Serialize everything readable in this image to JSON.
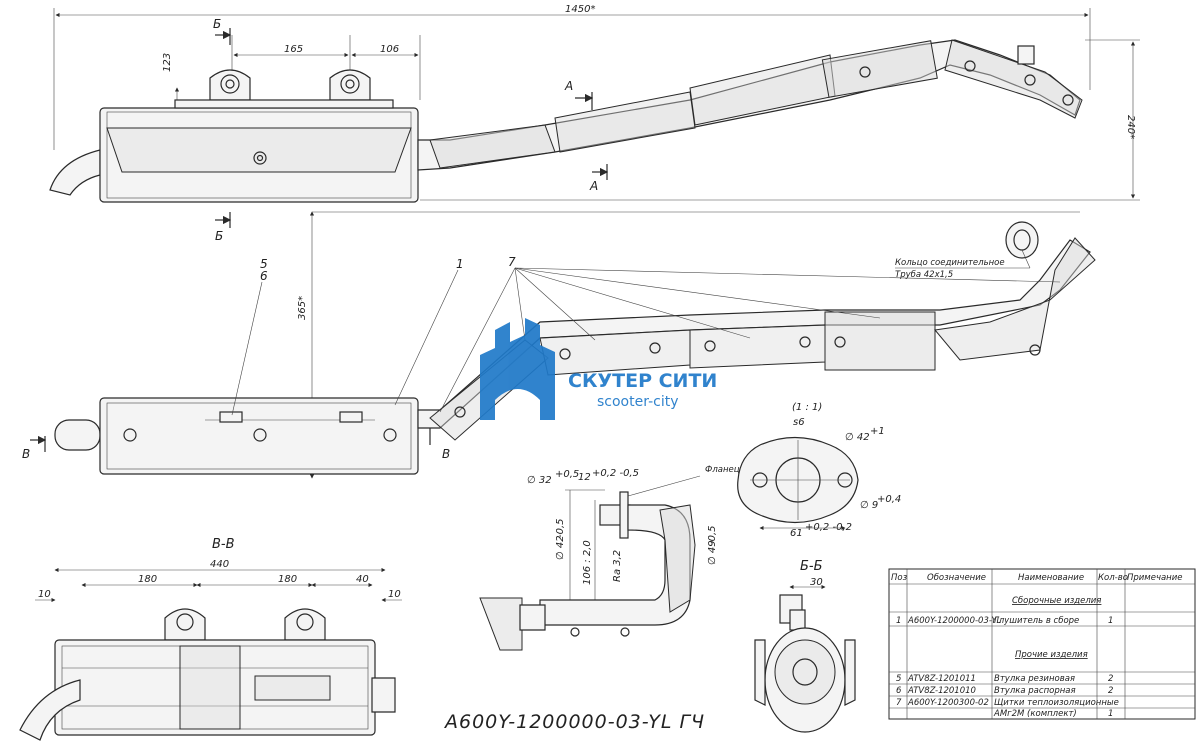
{
  "dims": {
    "overall_length": "1450*",
    "d165": "165",
    "d106": "106",
    "d123": "123",
    "overall_height": "240*",
    "d365": "365*",
    "bv_440": "440",
    "bv_180a": "180",
    "bv_180b": "180",
    "bv_40": "40",
    "bv_10l": "10",
    "bv_10r": "10",
    "fl_32": "∅ 32",
    "fl_32_tol": "+0,5",
    "fl_12": "12",
    "fl_12_tol": "+0,2 -0,5",
    "fl_42": "∅ 42",
    "fl_42_tol": "-0,5",
    "fl_106": "106 : 2,0",
    "fl_ra": "Ra 3,2",
    "fl_49": "∅ 49",
    "fl_49_tol": "-0,5",
    "sc_scale": "(1 : 1)",
    "sc_s6": "s6",
    "sc_42": "∅ 42",
    "sc_42_tol": "+1",
    "sc_9": "∅ 9",
    "sc_9_tol": "+0,4",
    "sc_61": "61",
    "sc_61_tol": "+0,2 -0,2",
    "bb_30": "30"
  },
  "labels": {
    "section_b_top": "Б",
    "section_b_bottom": "Б",
    "section_a_top": "A",
    "section_a_bottom": "A",
    "section_v_left": "В",
    "section_v_right": "В",
    "callout_1": "1",
    "callout_7": "7",
    "callout_5": "5",
    "callout_6": "6",
    "ring_line1": "Кольцо соединительное",
    "ring_line2": "Труба 42х1,5",
    "flange": "Фланец",
    "view_vv": "В-В",
    "view_bb": "Б-Б",
    "drawing_number": "A600Y-1200000-03-YL ГЧ"
  },
  "watermark": {
    "line1": "СКУТЕР СИТИ",
    "line2": "scooter-city",
    "color": "#1f79c9"
  },
  "bom": {
    "headers": [
      "Поз",
      "Обозначение",
      "Наименование",
      "Кол-во",
      "Примечание"
    ],
    "group_assembly": "Сборочные изделия",
    "group_other": "Прочие изделия",
    "rows": [
      {
        "pos": "1",
        "code": "A600Y-1200000-03-YL",
        "name": "Глушитель в сборе",
        "qty": "1"
      },
      {
        "pos": "5",
        "code": "ATV8Z-1201011",
        "name": "Втулка резиновая",
        "qty": "2"
      },
      {
        "pos": "6",
        "code": "ATV8Z-1201010",
        "name": "Втулка распорная",
        "qty": "2"
      },
      {
        "pos": "7",
        "code": "A600Y-1200300-02",
        "name": "Щитки теплоизоляционные",
        "qty": ""
      },
      {
        "pos": "",
        "code": "",
        "name": "АМг2М (комплект)",
        "qty": "1"
      }
    ]
  }
}
